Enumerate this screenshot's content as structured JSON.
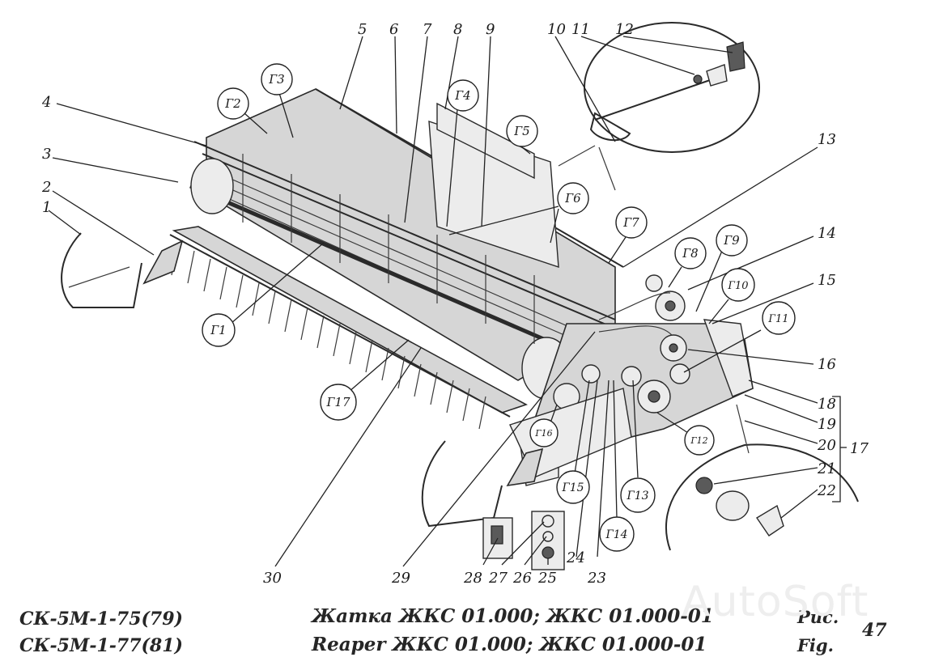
{
  "callouts": {
    "n1": "1",
    "n2": "2",
    "n3": "3",
    "n4": "4",
    "n5": "5",
    "n6": "6",
    "n7": "7",
    "n8": "8",
    "n9": "9",
    "n10": "10",
    "n11": "11",
    "n12": "12",
    "n13": "13",
    "n14": "14",
    "n15": "15",
    "n16": "16",
    "n17": "17",
    "n18": "18",
    "n19": "19",
    "n20": "20",
    "n21": "21",
    "n22": "22",
    "n23": "23",
    "n24": "24",
    "n25": "25",
    "n26": "26",
    "n27": "27",
    "n28": "28",
    "n29": "29",
    "n30": "30"
  },
  "g_markers": {
    "g1": "Г1",
    "g2": "Г2",
    "g3": "Г3",
    "g4": "Г4",
    "g5": "Г5",
    "g6": "Г6",
    "g7": "Г7",
    "g8": "Г8",
    "g9": "Г9",
    "g10": "Г10",
    "g11": "Г11",
    "g12": "Г12",
    "g13": "Г13",
    "g14": "Г14",
    "g15": "Г15",
    "g16": "Г16",
    "g17": "Г17"
  },
  "caption": {
    "model_line_1": "СК-5М-1-75(79)",
    "model_line_2": "СК-5М-1-77(81)",
    "title_ru": "Жатка ЖКС 01.000;  ЖКС 01.000-01",
    "title_en": "Reaper ЖКС 01.000;  ЖКС 01.000-01",
    "fig_ru": "Рис.",
    "fig_en": "Fig.",
    "fig_number": "47"
  },
  "watermark": "AutoSoft"
}
